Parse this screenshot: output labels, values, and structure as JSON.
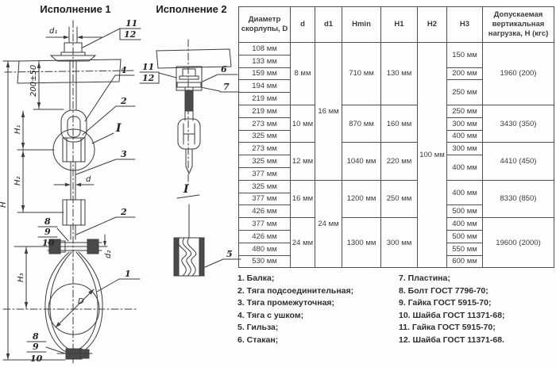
{
  "drawing1": {
    "title": "Исполнение 1",
    "labels": {
      "dim_d1": "d₁",
      "dim_200": "200±50",
      "dim_H": "H",
      "dim_H1": "H₁",
      "dim_H2": "H₂",
      "dim_H3": "H₃",
      "dim_d": "d",
      "dim_d2": "d₂",
      "dim_D": "D",
      "detail": "I",
      "c11": "11",
      "c12": "12",
      "c4": "4",
      "c2_upper": "2",
      "c3": "3",
      "c2_lower": "2",
      "c1": "1",
      "c8_top": "8",
      "c9_top": "9",
      "c10_top": "10",
      "c8_bottom": "8",
      "c9_bottom": "9",
      "c10_bottom": "10"
    }
  },
  "drawing2": {
    "title": "Исполнение 2",
    "labels": {
      "c11": "11",
      "c12": "12",
      "c6": "6",
      "c7": "7",
      "section": "I",
      "c5": "5"
    }
  },
  "table": {
    "headers": [
      "Диаметр скорлупы, D",
      "d",
      "d1",
      "Hmin",
      "H1",
      "H2",
      "H3",
      "Допускаемая вертикальная нагрузка, Н (кгс)"
    ],
    "rows": [
      [
        [
          "108 мм",
          1
        ],
        [
          "8 мм",
          5
        ],
        [
          "16 мм",
          11
        ],
        [
          "710 мм",
          5
        ],
        [
          "130 мм",
          5
        ],
        [
          "100 мм",
          18
        ],
        [
          "150 мм",
          2
        ],
        [
          "1960 (200)",
          5
        ]
      ],
      [
        [
          "133 мм",
          1
        ]
      ],
      [
        [
          "159 мм",
          1
        ],
        [
          "200 мм",
          1
        ]
      ],
      [
        [
          "194 мм",
          1
        ],
        [
          "250 мм",
          2
        ]
      ],
      [
        [
          "219 мм",
          1
        ]
      ],
      [
        [
          "219 мм",
          1
        ],
        [
          "10 мм",
          3
        ],
        [
          "870 мм",
          3
        ],
        [
          "160 мм",
          3
        ],
        [
          "250 мм",
          1
        ],
        [
          "3430 (350)",
          3
        ]
      ],
      [
        [
          "273 мм",
          1
        ],
        [
          "300 мм",
          1
        ]
      ],
      [
        [
          "325 мм",
          1
        ],
        [
          "400 мм",
          1
        ]
      ],
      [
        [
          "273 мм",
          1
        ],
        [
          "12 мм",
          3
        ],
        [
          "1040 мм",
          3
        ],
        [
          "220 мм",
          3
        ],
        [
          "300 мм",
          1
        ],
        [
          "4410 (450)",
          3
        ]
      ],
      [
        [
          "325 мм",
          1
        ],
        [
          "400 мм",
          2
        ]
      ],
      [
        [
          "377 мм",
          1
        ]
      ],
      [
        [
          "325 мм",
          1
        ],
        [
          "16 мм",
          3
        ],
        [
          "24 мм",
          7
        ],
        [
          "1200 мм",
          3
        ],
        [
          "250 мм",
          3
        ],
        [
          "400 мм",
          2
        ],
        [
          "8330 (850)",
          3
        ]
      ],
      [
        [
          "377 мм",
          1
        ]
      ],
      [
        [
          "426 мм",
          1
        ],
        [
          "500 мм",
          1
        ]
      ],
      [
        [
          "377 мм",
          1
        ],
        [
          "24 мм",
          4
        ],
        [
          "1300 мм",
          4
        ],
        [
          "300 мм",
          4
        ],
        [
          "400 мм",
          1
        ],
        [
          "19600 (2000)",
          4
        ]
      ],
      [
        [
          "426 мм",
          1
        ],
        [
          "500 мм",
          1
        ]
      ],
      [
        [
          "480 мм",
          1
        ],
        [
          "550 мм",
          1
        ]
      ],
      [
        [
          "530 мм",
          1
        ],
        [
          "600 мм",
          1
        ]
      ]
    ]
  },
  "legend": {
    "left": [
      "1. Балка;",
      "2. Тяга подсоединительная;",
      "3. Тяга промежуточная;",
      "4. Тяга с ушком;",
      "5. Гильза;",
      "6. Стакан;"
    ],
    "right": [
      "7. Пластина;",
      "8. Болт ГОСТ 7796-70;",
      "9. Гайка ГОСТ 5915-70;",
      "10. Шайба ГОСТ 11371-68;",
      "11. Гайка ГОСТ 5915-70;",
      "12. Шайба ГОСТ 11371-68."
    ]
  },
  "colors": {
    "line": "#3c3c3c",
    "text": "#3b3b3b",
    "table_border": "#4f4f4f"
  }
}
